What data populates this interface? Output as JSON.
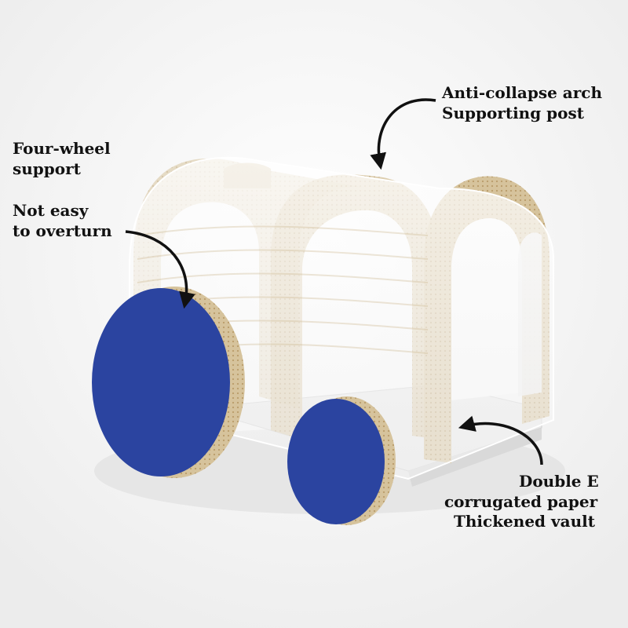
{
  "annotations": {
    "anti_collapse": {
      "line1": "Anti-collapse arch",
      "line2": "Supporting post"
    },
    "four_wheel": {
      "line1": "Four-wheel",
      "line2": "support"
    },
    "not_easy": {
      "line1": "Not easy",
      "line2": "to overturn"
    },
    "double_e": {
      "line1": "Double E",
      "line2": "corrugated paper"
    },
    "thickened": {
      "line1": "Thickened vault"
    }
  },
  "colors": {
    "background": "#f3f3f3",
    "cardboard": "#d8c7a6",
    "cardboard_edge": "#c3ab7f",
    "wheel_blue": "#2b44a0",
    "arrow": "#111111"
  }
}
